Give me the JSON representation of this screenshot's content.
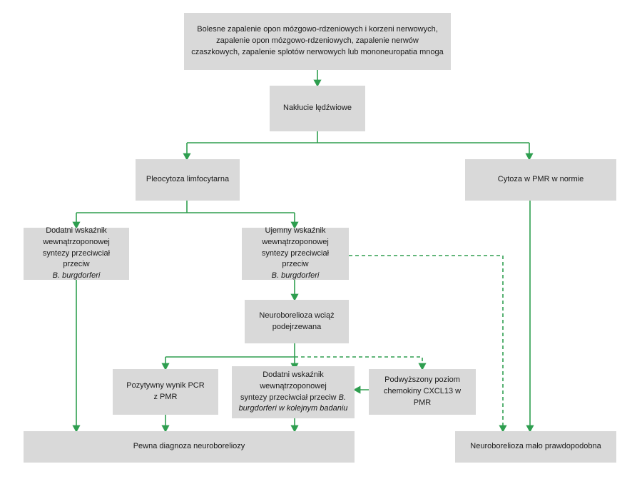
{
  "diagram": {
    "title": "Algorytm diagnostyczny neuroboreliozy",
    "language": "pl",
    "colors": {
      "node_fill": "#d9d9d9",
      "connector": "#2e9e4f",
      "text": "#1a1a1a",
      "background": "#ffffff"
    },
    "nodes": [
      {
        "id": "clinical-presentation",
        "label": "Bolesne zapalenie opon mózgowo-rdzeniowych i korzeni nerwowych, zapalenie opon mózgowo-rdzeniowych, zapalenie nerwów czaszkowych, zapalenie splotów nerwowych lub mononeuropatia mnoga",
        "lines": [
          "Bolesne zapalenie opon mózgowo-rdzeniowych i korzeni nerwowych,",
          "zapalenie opon mózgowo-rdzeniowych, zapalenie nerwów",
          "czaszkowych, zapalenie splotów nerwowych lub mononeuropatia mnoga"
        ]
      },
      {
        "id": "lumbar-puncture",
        "label": "Nakłucie lędźwiowe",
        "lines": [
          "Nakłucie lędźwiowe"
        ]
      },
      {
        "id": "lymphocytic-pleocytosis",
        "label": "Pleocytoza limfocytarna",
        "lines": [
          "Pleocytoza limfocytarna"
        ]
      },
      {
        "id": "normal-csf-cytosis",
        "label": "Cytoza w PMR w normie",
        "lines": [
          "Cytoza w PMR w normie"
        ]
      },
      {
        "id": "positive-intrathecal-index",
        "label": "Dodatni wskaźnik wewnątrzoponowej syntezy przeciwciał przeciw B. burgdorferi",
        "lines": [
          "Dodatni wskaźnik",
          "wewnątrzoponowej",
          "syntezy przeciwciał przeciw"
        ],
        "italic_line": "B. burgdorferi"
      },
      {
        "id": "negative-intrathecal-index",
        "label": "Ujemny wskaźnik wewnątrzoponowej syntezy przeciwciał przeciw B. burgdorferi",
        "lines": [
          "Ujemny wskaźnik",
          "wewnątrzoponowej",
          "syntezy przeciwciał przeciw"
        ],
        "italic_line": "B. burgdorferi"
      },
      {
        "id": "neuroborreliosis-still-suspected",
        "label": "Neuroborelioza wciąż podejrzewana",
        "lines": [
          "Neuroborelioza wciąż",
          "podejrzewana"
        ]
      },
      {
        "id": "positive-pcr-csf",
        "label": "Pozytywny wynik PCR z PMR",
        "lines": [
          "Pozytywny wynik PCR",
          "z PMR"
        ]
      },
      {
        "id": "positive-index-repeat",
        "label": "Dodatni wskaźnik wewnątrzoponowej syntezy przeciwciał przeciw B. burgdorferi w kolejnym badaniu",
        "lines": [
          "Dodatni wskaźnik",
          "wewnątrzoponowej"
        ],
        "mixed_line_prefix": "syntezy przeciwciał przeciw ",
        "mixed_line_italic": "B.",
        "italic_line": "burgdorferi w kolejnym badaniu"
      },
      {
        "id": "elevated-cxcl13",
        "label": "Podwyższony poziom chemokiny CXCL13 w PMR",
        "lines": [
          "Podwyższony poziom",
          "chemokiny CXCL13 w PMR"
        ]
      },
      {
        "id": "definite-diagnosis",
        "label": "Pewna diagnoza neuroboreliozy",
        "lines": [
          "Pewna diagnoza neuroboreliozy"
        ]
      },
      {
        "id": "neuroborreliosis-unlikely",
        "label": "Neuroborelioza mało prawdopodobna",
        "lines": [
          "Neuroborelioza mało prawdopodobna"
        ]
      }
    ],
    "edges": [
      {
        "id": "edge-presentation-to-puncture",
        "from": "clinical-presentation",
        "to": "lumbar-puncture",
        "style": "solid"
      },
      {
        "id": "edge-puncture-to-pleocytosis",
        "from": "lumbar-puncture",
        "to": "lymphocytic-pleocytosis",
        "style": "solid"
      },
      {
        "id": "edge-puncture-to-normal-cytosis",
        "from": "lumbar-puncture",
        "to": "normal-csf-cytosis",
        "style": "solid"
      },
      {
        "id": "edge-pleocytosis-to-positive-index",
        "from": "lymphocytic-pleocytosis",
        "to": "positive-intrathecal-index",
        "style": "solid"
      },
      {
        "id": "edge-pleocytosis-to-negative-index",
        "from": "lymphocytic-pleocytosis",
        "to": "negative-intrathecal-index",
        "style": "solid"
      },
      {
        "id": "edge-negative-index-to-still-suspected",
        "from": "negative-intrathecal-index",
        "to": "neuroborreliosis-still-suspected",
        "style": "solid"
      },
      {
        "id": "edge-negative-index-to-unlikely",
        "from": "negative-intrathecal-index",
        "to": "neuroborreliosis-unlikely",
        "style": "dashed"
      },
      {
        "id": "edge-suspected-to-pcr",
        "from": "neuroborreliosis-still-suspected",
        "to": "positive-pcr-csf",
        "style": "solid"
      },
      {
        "id": "edge-suspected-to-repeat-index",
        "from": "neuroborreliosis-still-suspected",
        "to": "positive-index-repeat",
        "style": "solid"
      },
      {
        "id": "edge-suspected-to-cxcl13",
        "from": "neuroborreliosis-still-suspected",
        "to": "elevated-cxcl13",
        "style": "dashed"
      },
      {
        "id": "edge-cxcl13-to-repeat-index",
        "from": "elevated-cxcl13",
        "to": "positive-index-repeat",
        "style": "solid"
      },
      {
        "id": "edge-positive-index-to-diagnosis",
        "from": "positive-intrathecal-index",
        "to": "definite-diagnosis",
        "style": "solid"
      },
      {
        "id": "edge-pcr-to-diagnosis",
        "from": "positive-pcr-csf",
        "to": "definite-diagnosis",
        "style": "solid"
      },
      {
        "id": "edge-repeat-index-to-diagnosis",
        "from": "positive-index-repeat",
        "to": "definite-diagnosis",
        "style": "solid"
      },
      {
        "id": "edge-normal-cytosis-to-unlikely",
        "from": "normal-csf-cytosis",
        "to": "neuroborreliosis-unlikely",
        "style": "solid"
      }
    ]
  }
}
